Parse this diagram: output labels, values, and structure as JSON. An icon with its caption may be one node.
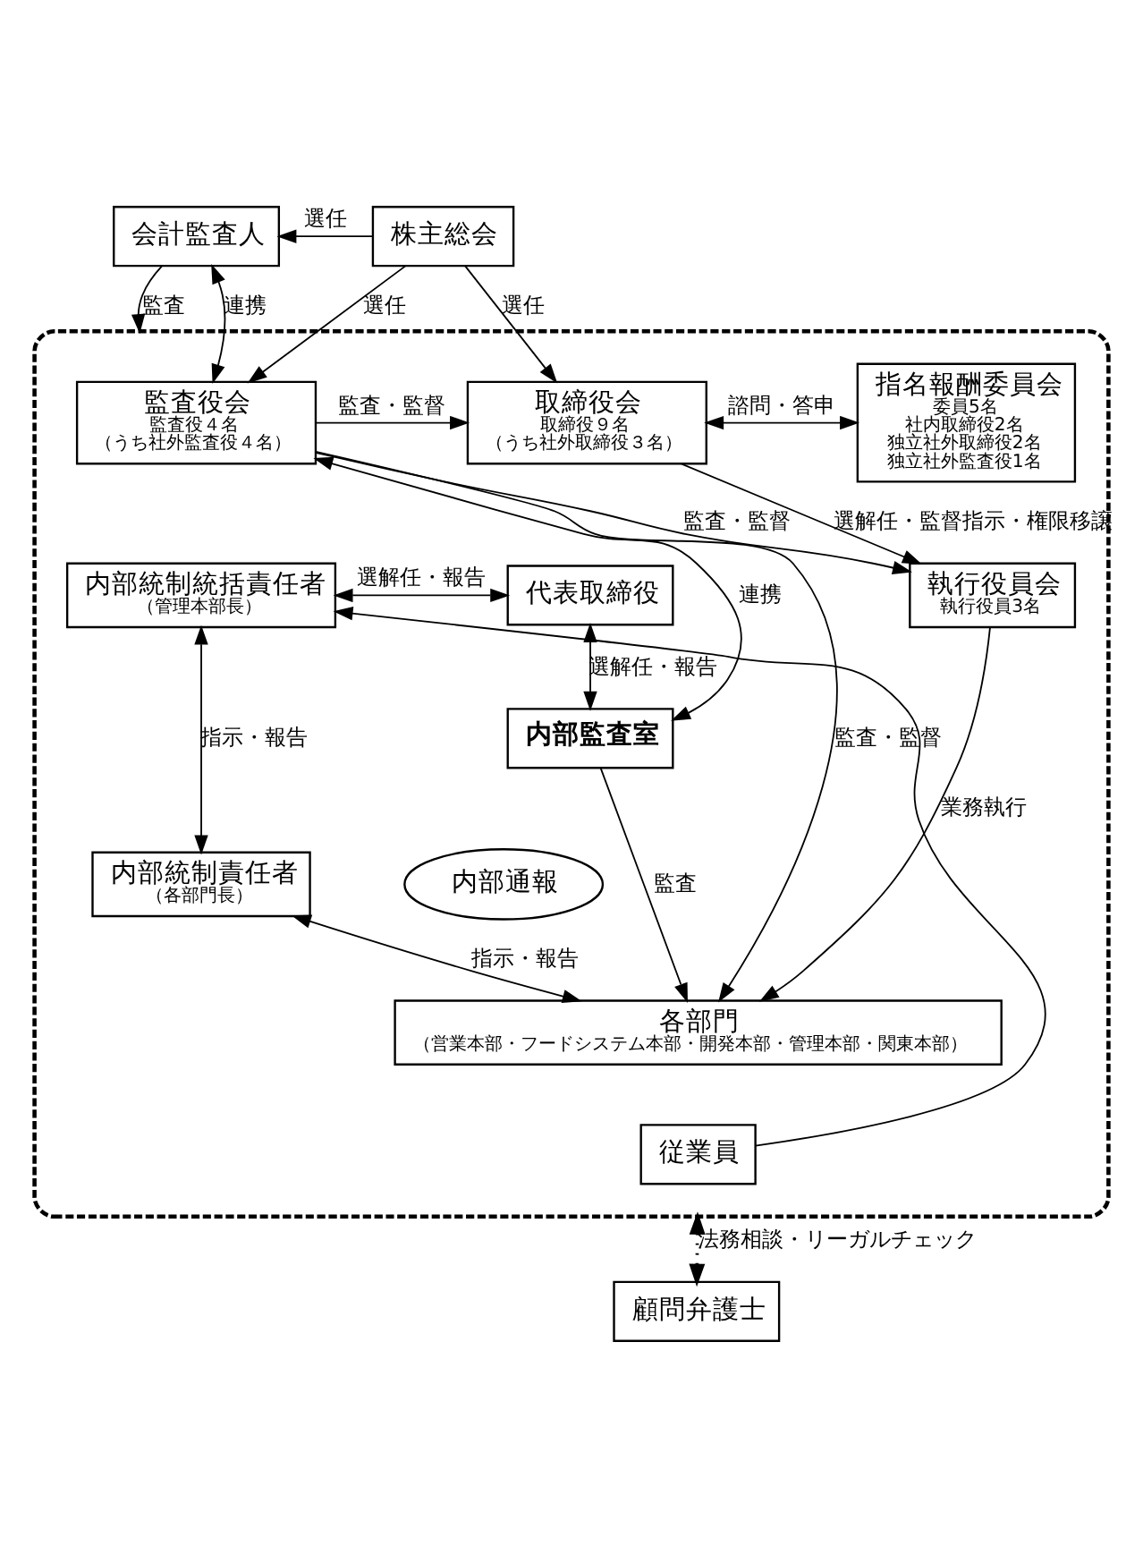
{
  "diagram": {
    "nodes": [
      {
        "text": [
          "株主総会"
        ]
      },
      {
        "text": [
          "会計監査人"
        ]
      },
      {
        "text": [],
        "shape": "box"
      },
      {
        "text": [
          "監査役会",
          "監査役４名",
          "（うち社外監査役４名）"
        ],
        "in": 2
      },
      {
        "text": [
          "取締役会",
          "取締役９名",
          "（うち社外取締役３名）"
        ],
        "in": 2
      },
      {
        "text": [
          "指名報酬委員会",
          "委員5名",
          "社内取締役2名",
          "独立社外取締役2名",
          "独立社外監査役1名"
        ],
        "in": 2
      },
      {
        "text": [
          "執行役員会",
          "執行役員3名"
        ],
        "in": 2
      },
      {
        "text": [
          "代表取締役"
        ],
        "in": 2
      },
      {
        "text": [
          "内部統制統括責任者",
          "（管理本部長）"
        ],
        "in": 2
      },
      {
        "text": [
          "内部監査室"
        ],
        "in": 2
      },
      {
        "text": [
          "内部通報"
        ],
        "in": 2
      },
      {
        "text": [
          "内部統制責任者",
          "（各部門長）"
        ],
        "in": 2
      },
      {
        "text": [
          "各部門",
          "（営業本部・フードシステム本部・開発本部・管理本部・関東本部）"
        ],
        "in": 2
      },
      {
        "text": [
          "従業員"
        ],
        "in": 2
      },
      {
        "text": [
          "顧問弁護士"
        ]
      }
    ],
    "edges": [
      {
        "from": 0,
        "to": 1,
        "arrow": "to",
        "label": "選任"
      },
      {
        "from": 0,
        "to": 3,
        "arrow": "to",
        "label": "選任"
      },
      {
        "from": 0,
        "to": 4,
        "arrow": "to",
        "label": "選任"
      },
      {
        "from": 1,
        "to": 3,
        "arrow": "both",
        "label": "連携"
      },
      {
        "from": 1,
        "to": 2,
        "arrow": "to",
        "label": "監査"
      },
      {
        "from": 3,
        "to": 4,
        "arrow": "to",
        "label": "監査・監督"
      },
      {
        "from": 4,
        "to": 5,
        "arrow": "both",
        "label": "諮問・答申"
      },
      {
        "from": 3,
        "to": 6,
        "arrow": "to",
        "label": "監査・監督"
      },
      {
        "from": 4,
        "to": 6,
        "arrow": "to",
        "label": "選解任・監督指示・権限移譲"
      },
      {
        "from": 3,
        "to": 9,
        "arrow": "both",
        "label": "連携"
      },
      {
        "from": 3,
        "to": 12,
        "arrow": "to",
        "label": "監査・監督"
      },
      {
        "from": 7,
        "to": 8,
        "arrow": "both",
        "label": "選解任・報告"
      },
      {
        "from": 7,
        "to": 9,
        "arrow": "both",
        "label": "選解任・報告"
      },
      {
        "from": 8,
        "to": 11,
        "arrow": "both",
        "label": "指示・報告"
      },
      {
        "from": 11,
        "to": 12,
        "arrow": "both",
        "label": "指示・報告"
      },
      {
        "from": 9,
        "to": 12,
        "arrow": "to",
        "label": "監査"
      },
      {
        "from": 6,
        "to": 12,
        "arrow": "to",
        "label": "業務執行"
      },
      {
        "from": 13,
        "to": 8,
        "arrow": "to"
      },
      {
        "from": 2,
        "to": 14,
        "arrow": "both",
        "label": "法務相談・リーガルチェック",
        "style": "dashed"
      }
    ]
  }
}
